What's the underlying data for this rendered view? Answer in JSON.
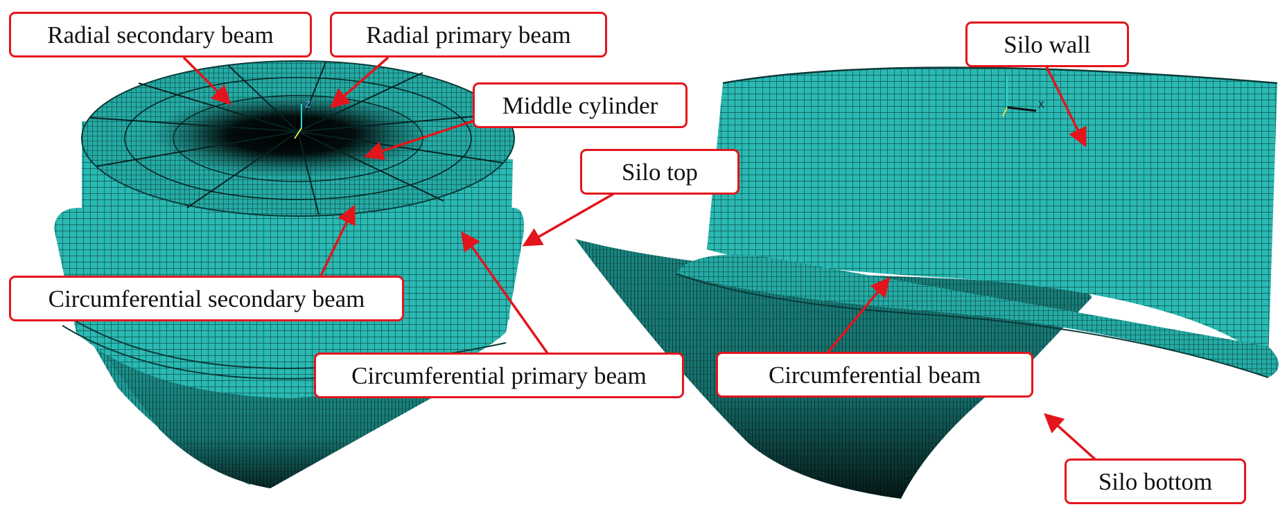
{
  "labels": {
    "radial_secondary_beam": "Radial secondary beam",
    "radial_primary_beam": "Radial primary beam",
    "middle_cylinder": "Middle cylinder",
    "silo_top": "Silo top",
    "circumferential_secondary_beam": "Circumferential secondary beam",
    "circumferential_primary_beam": "Circumferential primary beam",
    "silo_wall": "Silo wall",
    "circumferential_beam": "Circumferential beam",
    "silo_bottom": "Silo bottom"
  },
  "triad": {
    "left_label": "Z",
    "right_label": "X"
  },
  "colors": {
    "mesh_fill": "#2ab9b3",
    "mesh_line": "#0b3f3d",
    "callout_border": "#e3141b",
    "arrow": "#e3141b",
    "text": "#111111"
  }
}
